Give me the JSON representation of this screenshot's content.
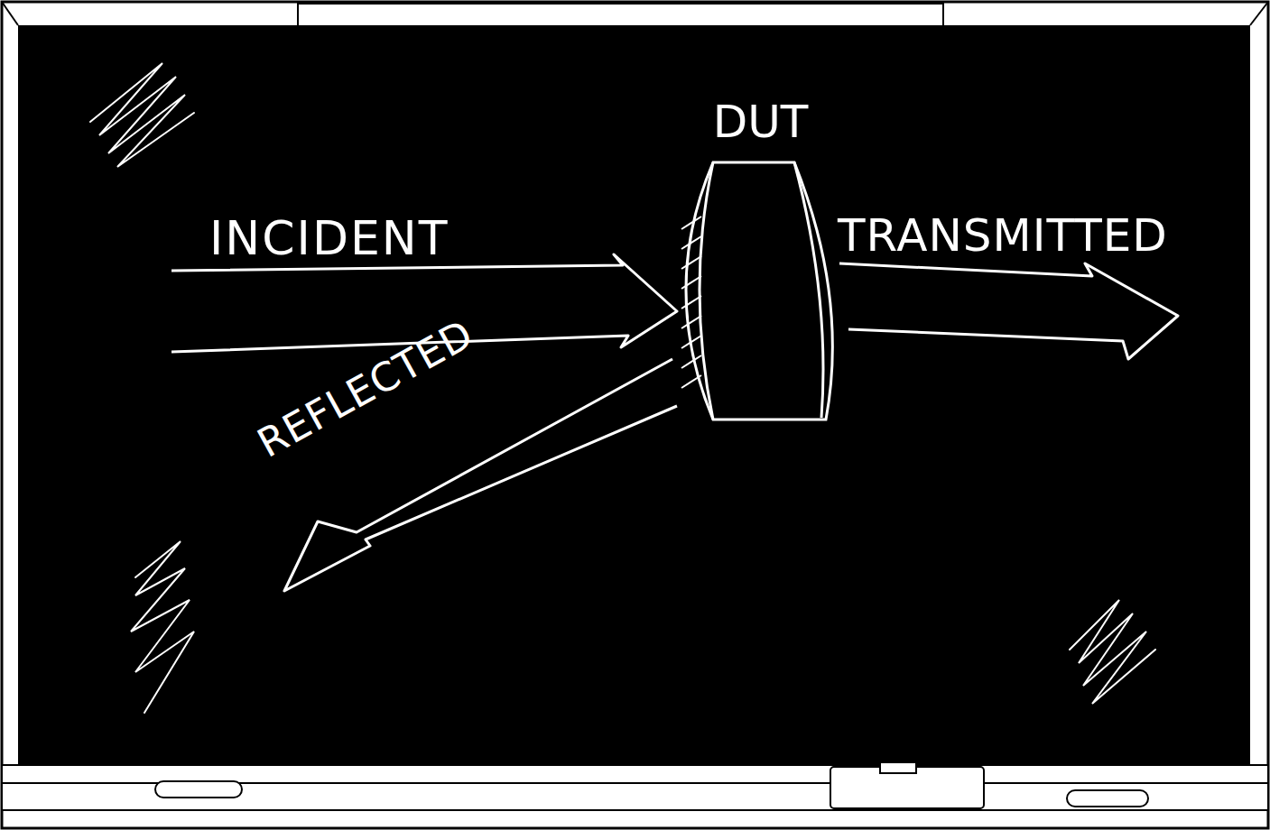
{
  "diagram": {
    "nodes": [
      {
        "text": [
          "DUT"
        ]
      }
    ],
    "labels": [
      "INCIDENT",
      "TRANSMITTED",
      "REFLECTED"
    ]
  }
}
